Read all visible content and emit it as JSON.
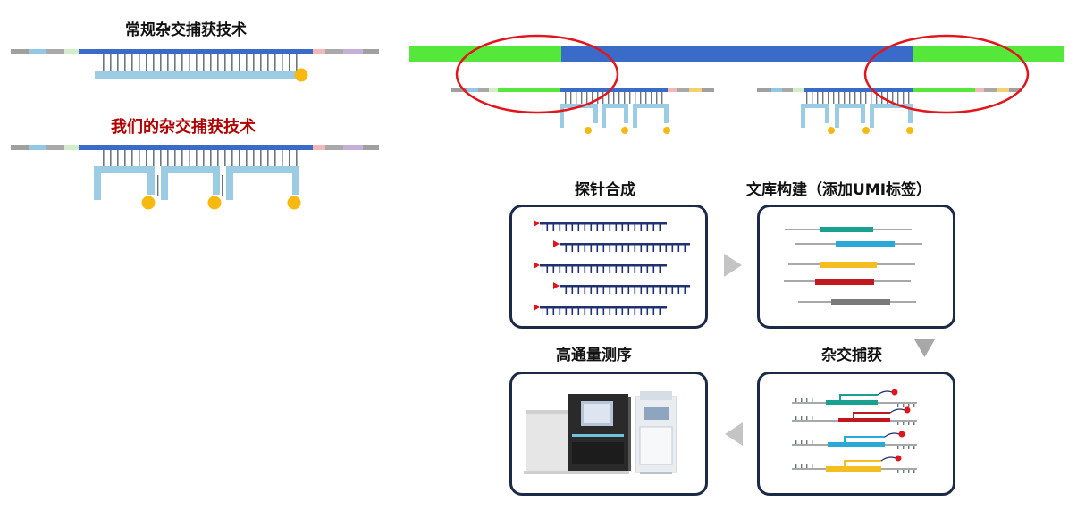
{
  "left": {
    "conventional_title": "常规杂交捕获技术",
    "ours_title": "我们的杂交捕获技术"
  },
  "workflow": {
    "probe_synthesis": "探针合成",
    "library_construction": "文库构建（添加UMI标签）",
    "hybrid_capture": "杂交捕获",
    "sequencing": "高通量测序"
  },
  "colors": {
    "dna_blue": "#3a6bc9",
    "flank_green": "#55e83a",
    "probe_light_blue": "#9ccbe4",
    "bead_gold": "#f5b90f",
    "highlight_red": "#e0161c",
    "title_red": "#b00000",
    "panel_border": "#1c2a48"
  }
}
